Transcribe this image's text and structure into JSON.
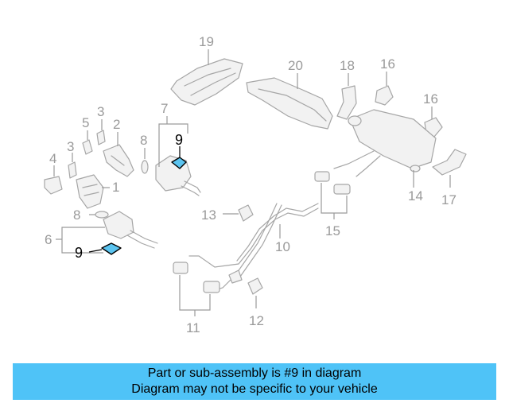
{
  "diagram": {
    "callouts": {
      "c19": "19",
      "c20": "20",
      "c18": "18",
      "c16a": "16",
      "c16b": "16",
      "c7": "7",
      "c9a": "9",
      "c3a": "3",
      "c5": "5",
      "c2": "2",
      "c3b": "3",
      "c4": "4",
      "c8a": "8",
      "c1": "1",
      "c8b": "8",
      "c6": "6",
      "c9b": "9",
      "c13": "13",
      "c10": "10",
      "c15": "15",
      "c14": "14",
      "c17": "17",
      "c11": "11",
      "c12": "12"
    },
    "highlighted_part": "9",
    "highlight_color": "#5bc4f0"
  },
  "banner": {
    "line1": "Part or sub-assembly is #9 in diagram",
    "line2": "Diagram may not be specific to your vehicle",
    "color": "#4fc3f7"
  }
}
